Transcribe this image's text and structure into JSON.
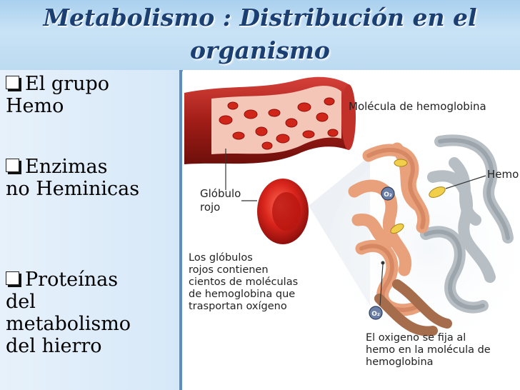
{
  "header": {
    "title_line1": "Metabolismo : Distribución en el",
    "title_line2": "organismo"
  },
  "bullets": [
    {
      "line1": "El grupo",
      "line2": "Hemo"
    },
    {
      "line1": "Enzimas",
      "line2": "no Heminicas"
    },
    {
      "line1": "Proteínas",
      "line2": "del",
      "line3": "metabolismo",
      "line4": "del hierro"
    }
  ],
  "figure": {
    "molecule_label": "Molécula de hemoglobina",
    "hemo_label": "Hemo",
    "cell_label_line1": "Glóbulo",
    "cell_label_line2": "rojo",
    "caption_left": [
      "Los glóbulos",
      "rojos contienen",
      "cientos de moléculas",
      "de hemoglobina que",
      "trasportan oxígeno"
    ],
    "caption_right": [
      "El oxigeno se fija al",
      "hemo en la molécula de",
      "hemoglobina"
    ],
    "oxygen_symbol": "O₂",
    "colors": {
      "vessel": "#b3231c",
      "blood_cell": "#d8241b",
      "protein_chain_peach": "#e8a17a",
      "protein_chain_gray": "#b7bec4",
      "heme": "#f1cf4a"
    }
  }
}
